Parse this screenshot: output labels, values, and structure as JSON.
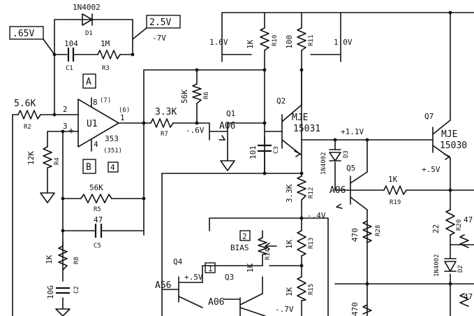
{
  "labels": {
    "d1_part": "1N4002",
    "d1_ref": "D1",
    "box_065": ".65V",
    "box_25": "2.5V",
    "neg7": "-7V",
    "c1_val": "104",
    "c1_ref": "C1",
    "r3_val": "1M",
    "r3_ref": "R3",
    "r2_val": "5.6K",
    "r2_ref": "R2",
    "pin2": "2",
    "pin3": "3",
    "pin8": "8",
    "pin7": "(7)",
    "pin1": "1",
    "pin6": "(6)",
    "pin4": "4",
    "boxA": "A",
    "boxB": "B",
    "u1": "U1",
    "u1_part": "353",
    "u1_alt": "(351)",
    "num4": "4",
    "r4_val": "12K",
    "r4_ref": "R4",
    "r5_val": "56K",
    "r5_ref": "R5",
    "c5_val": "47",
    "c5_ref": "C5",
    "r8_val": "1K",
    "r8_ref": "R8",
    "c2_val": "10G",
    "c2_ref": "C2",
    "r7_val": "3.3K",
    "r7_ref": "R7",
    "r6_val": "56K",
    "r6_ref": "R6",
    "v_neg06": "-.6V",
    "q1_ref": "Q1",
    "q1_part": "A06",
    "c3_val": "101",
    "c3_ref": "C3",
    "v16": "1.6V",
    "r10_val": "1K",
    "r10_ref": "R10",
    "r11_val": "100",
    "r11_ref": "R11",
    "v10": "1.0V",
    "q2_ref": "Q2",
    "q2_part1": "MJE",
    "q2_part2": "15031",
    "v_p11": "+1.1V",
    "d3_part": "1N4002",
    "d3_ref": "D3",
    "q5_ref": "Q5",
    "q5_part": "A06",
    "r12_val": "3.3K",
    "r12_ref": "R12",
    "v_neg04": "-.4V",
    "r19_val": "1K",
    "r19_ref": "R19",
    "r28_val": "470",
    "r28_ref": "R28",
    "q7_ref": "Q7",
    "q7_part1": "MJE",
    "q7_part2": "15030",
    "v_p05": "+.5V",
    "r20_val": "22",
    "r20_ref": "R20",
    "d2_part": "1N4002",
    "d2_ref": "D2",
    "num2": "2",
    "bias": "BIAS",
    "r14_val": "1K",
    "r14_ref": "R14",
    "r13_val": "1K",
    "r13_ref": "R13",
    "r15_val": "1K",
    "r15_ref": "R15",
    "q4_ref": "Q4",
    "q4_part": "A56",
    "v_p05b": "+.5V",
    "num1": "1",
    "q3_ref": "Q3",
    "q3_part": "A06",
    "v_neg7": "-.7V",
    "r_bottom_val": "470",
    "r_right1": "47",
    "r_right2": "47"
  }
}
